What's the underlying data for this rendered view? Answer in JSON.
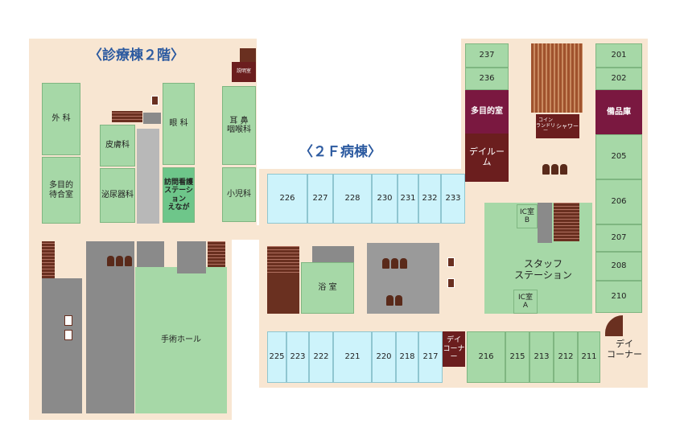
{
  "titles": {
    "clinic": "〈診療棟２階〉",
    "ward": "〈２Ｆ病棟〉"
  },
  "clinic": {
    "geka": "外 科",
    "tamokuteki_machiai": "多目的\n待合室",
    "hifuka": "皮膚科",
    "ganka": "眼 科",
    "jibika": "耳 鼻\n咽喉科",
    "hinyokika": "泌尿器科",
    "houmon": "訪問看護\nステーション\nえなが",
    "shonika": "小児科",
    "setsumei": "説明室",
    "shujutsu": "手術ホール"
  },
  "ward": {
    "top_rooms": [
      "226",
      "227",
      "228",
      "230",
      "231",
      "232",
      "233"
    ],
    "bottom_rooms_blue": [
      "225",
      "223",
      "222",
      "221",
      "220",
      "218",
      "217"
    ],
    "bottom_rooms_green": [
      "216",
      "215",
      "213",
      "212",
      "211"
    ],
    "right_rooms": [
      "201",
      "202",
      "205",
      "206",
      "207",
      "208",
      "210"
    ],
    "left_rooms": [
      "237",
      "236"
    ],
    "tamokuteki": "多目的室",
    "dayroom": "デイルーム",
    "coin_laundry": "コイン\nランドリー",
    "shower": "シャワー",
    "bihinko": "備品庫",
    "yokushitsu": "浴 室",
    "staff": "スタッフ\nステーション",
    "ic_b": "IC室\nB",
    "ic_a": "IC室\nA",
    "day_corner_inner": "デイ\nコーナー",
    "day_corner_outer": "デイ\nコーナー"
  },
  "colors": {
    "floor": "#f8e6d2",
    "room_green": "#a6d8a7",
    "room_blue": "#cdf3fb",
    "dark_room": "#6b1e1e",
    "plum_room": "#7a1840",
    "title_blue": "#2c5aa0"
  }
}
